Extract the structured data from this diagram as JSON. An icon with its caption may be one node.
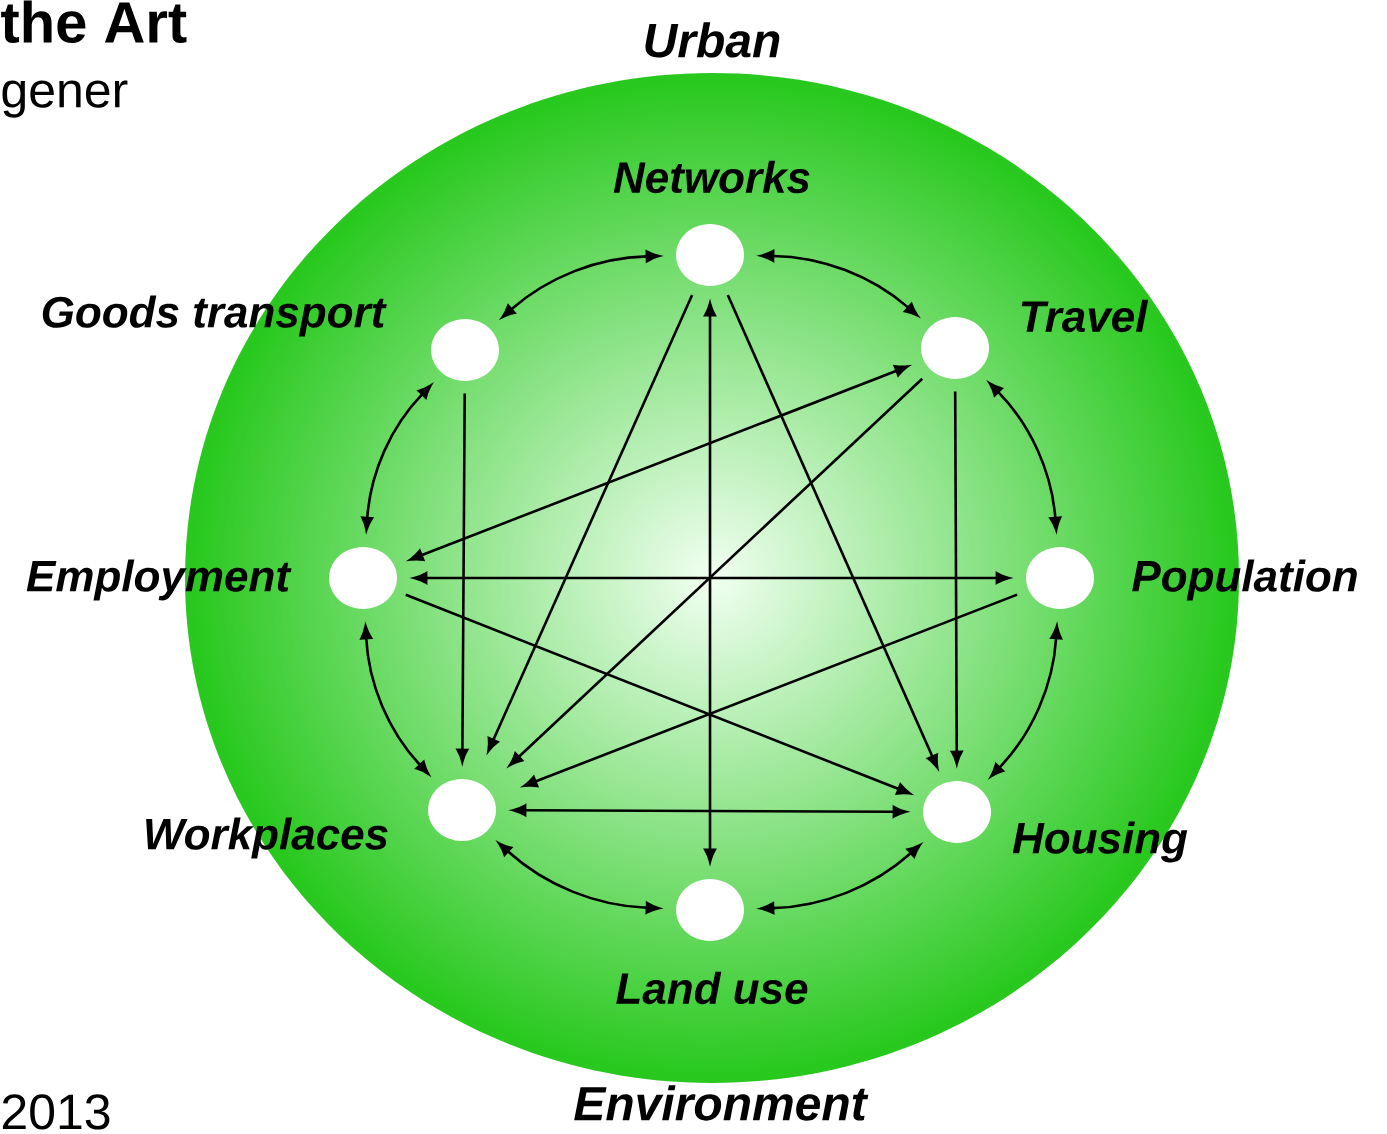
{
  "diagram": {
    "nodes": [
      {
        "text": [
          "Urban",
          "Environment"
        ]
      },
      {
        "text": [],
        "shape": "circle",
        "beside": [
          "Networks"
        ],
        "in": 0
      },
      {
        "text": [],
        "shape": "circle",
        "beside": [
          "Travel"
        ],
        "in": 0
      },
      {
        "text": [],
        "shape": "circle",
        "beside": [
          "Population"
        ],
        "in": 0
      },
      {
        "text": [],
        "shape": "circle",
        "beside": [
          "Housing"
        ],
        "in": 0
      },
      {
        "text": [],
        "shape": "circle",
        "beside": [
          "Land use"
        ],
        "in": 0
      },
      {
        "text": [],
        "shape": "circle",
        "beside": [
          "Workplaces"
        ],
        "in": 0
      },
      {
        "text": [],
        "shape": "circle",
        "beside": [
          "Employment"
        ],
        "in": 0
      },
      {
        "text": [],
        "shape": "circle",
        "beside": [
          "Goods transport"
        ],
        "in": 0
      }
    ],
    "edges": [
      {
        "from": 8,
        "to": 1,
        "arrow": "both"
      },
      {
        "from": 1,
        "to": 2,
        "arrow": "both"
      },
      {
        "from": 2,
        "to": 3,
        "arrow": "both"
      },
      {
        "from": 3,
        "to": 4,
        "arrow": "both"
      },
      {
        "from": 4,
        "to": 5,
        "arrow": "both"
      },
      {
        "from": 5,
        "to": 6,
        "arrow": "both"
      },
      {
        "from": 6,
        "to": 7,
        "arrow": "both"
      },
      {
        "from": 7,
        "to": 8,
        "arrow": "both"
      },
      {
        "from": 8,
        "to": 6,
        "arrow": "to"
      },
      {
        "from": 2,
        "to": 4,
        "arrow": "to"
      },
      {
        "from": 5,
        "to": 1,
        "arrow": "both"
      },
      {
        "from": 7,
        "to": 3,
        "arrow": "both"
      },
      {
        "from": 6,
        "to": 4,
        "arrow": "both"
      },
      {
        "from": 7,
        "to": 2,
        "arrow": "both"
      },
      {
        "from": 2,
        "to": 6,
        "arrow": "to"
      },
      {
        "from": 1,
        "to": 6,
        "arrow": "to"
      },
      {
        "from": 1,
        "to": 4,
        "arrow": "to"
      },
      {
        "from": 3,
        "to": 6,
        "arrow": "to"
      },
      {
        "from": 7,
        "to": 4,
        "arrow": "to"
      }
    ],
    "labels": [
      "the Art",
      "gener",
      "2013"
    ]
  }
}
